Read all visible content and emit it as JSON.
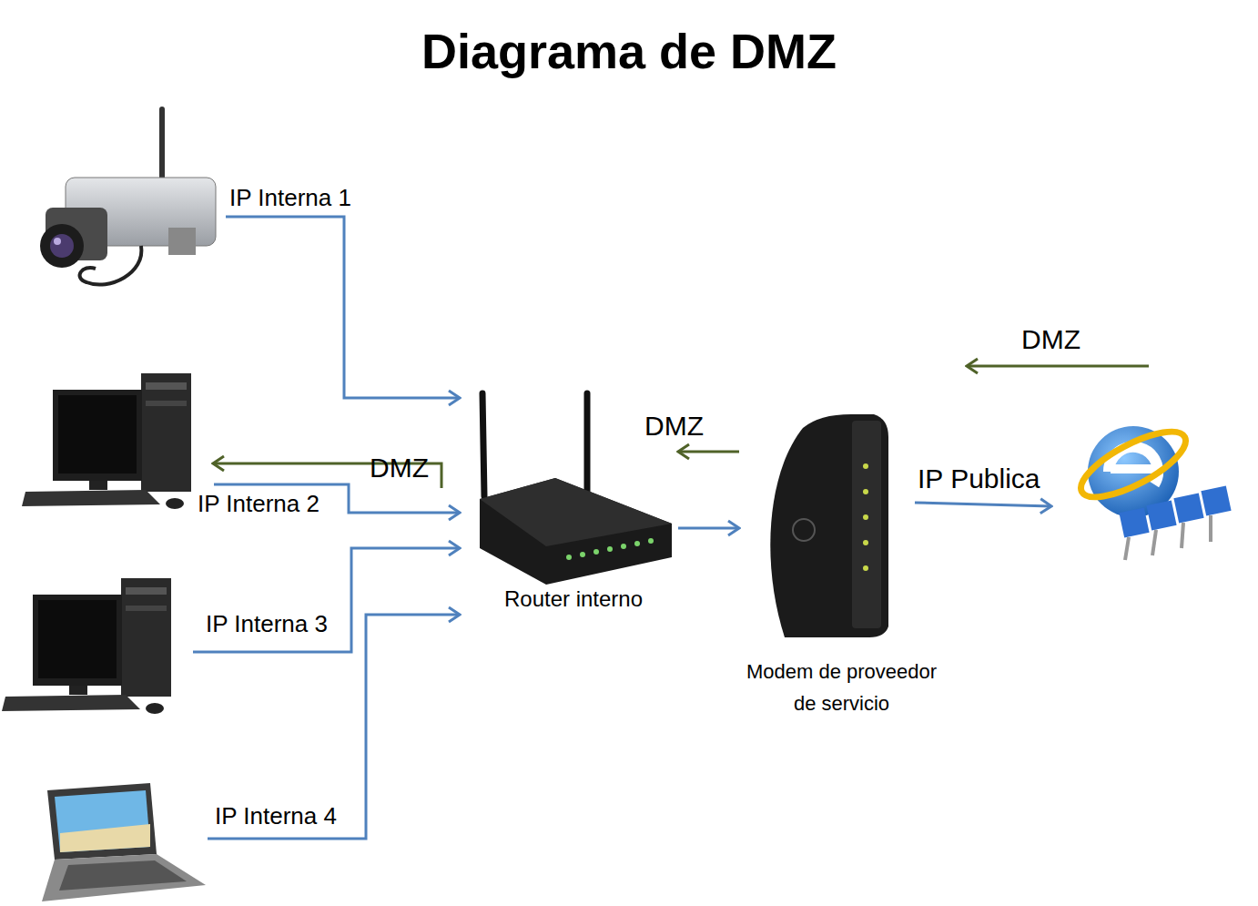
{
  "diagram": {
    "title": "Diagrama de DMZ",
    "nodes": [
      {
        "text": [
          "Router interno"
        ]
      },
      {
        "text": [
          "Modem de proveedor de servicio"
        ]
      }
    ],
    "edges": [
      {
        "from": 1,
        "to": 0,
        "label": "DMZ",
        "arrow": "to"
      },
      {
        "from": 0,
        "to": 1,
        "arrow": "to"
      }
    ],
    "labels": [
      "IP Interna 1",
      "DMZ",
      "IP Interna 2",
      "IP Interna 3",
      "IP Interna 4",
      "IP Publica",
      "DMZ"
    ]
  }
}
